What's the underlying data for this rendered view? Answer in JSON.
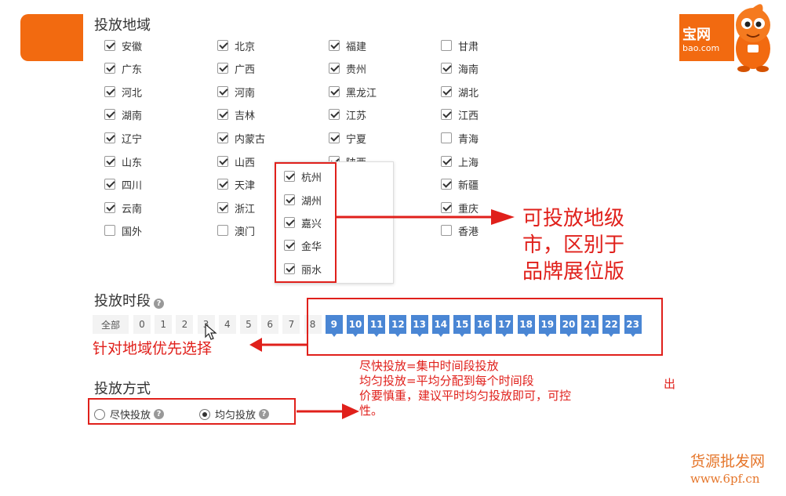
{
  "logo": {
    "text": "宝网",
    "sub": "bao.com"
  },
  "region": {
    "title": "投放地域",
    "items": [
      {
        "label": "安徽",
        "checked": true
      },
      {
        "label": "北京",
        "checked": true
      },
      {
        "label": "福建",
        "checked": true
      },
      {
        "label": "甘肃",
        "checked": false
      },
      {
        "label": "广东",
        "checked": true
      },
      {
        "label": "广西",
        "checked": true
      },
      {
        "label": "贵州",
        "checked": true
      },
      {
        "label": "海南",
        "checked": true
      },
      {
        "label": "河北",
        "checked": true
      },
      {
        "label": "河南",
        "checked": true
      },
      {
        "label": "黑龙江",
        "checked": true
      },
      {
        "label": "湖北",
        "checked": true
      },
      {
        "label": "湖南",
        "checked": true
      },
      {
        "label": "吉林",
        "checked": true
      },
      {
        "label": "江苏",
        "checked": true
      },
      {
        "label": "江西",
        "checked": true
      },
      {
        "label": "辽宁",
        "checked": true
      },
      {
        "label": "内蒙古",
        "checked": true
      },
      {
        "label": "宁夏",
        "checked": true
      },
      {
        "label": "青海",
        "checked": false
      },
      {
        "label": "山东",
        "checked": true
      },
      {
        "label": "山西",
        "checked": true
      },
      {
        "label": "陕西",
        "checked": true
      },
      {
        "label": "上海",
        "checked": true
      },
      {
        "label": "四川",
        "checked": true
      },
      {
        "label": "天津",
        "checked": true
      },
      {
        "label": "",
        "checked": null
      },
      {
        "label": "新疆",
        "checked": true
      },
      {
        "label": "云南",
        "checked": true
      },
      {
        "label": "浙江",
        "checked": true
      },
      {
        "label": "",
        "checked": null
      },
      {
        "label": "重庆",
        "checked": true
      },
      {
        "label": "国外",
        "checked": false
      },
      {
        "label": "澳门",
        "checked": false
      },
      {
        "label": "",
        "checked": null
      },
      {
        "label": "香港",
        "checked": false
      }
    ],
    "cities": [
      {
        "label": "杭州",
        "checked": true
      },
      {
        "label": "湖州",
        "checked": true
      },
      {
        "label": "嘉兴",
        "checked": true
      },
      {
        "label": "金华",
        "checked": true
      },
      {
        "label": "丽水",
        "checked": true
      }
    ]
  },
  "annotations": {
    "city_note_lines": [
      "可投放地级",
      "市，区别于",
      "品牌展位版"
    ],
    "time_note": "针对地域优先选择",
    "method_note_lines": [
      "尽快投放=集中时间段投放",
      "均匀投放=平均分配到每个时间段",
      "价要慎重，建议平时均匀投放即可，可控",
      "性。"
    ],
    "method_note_extra": "出"
  },
  "time": {
    "title": "投放时段",
    "help": "?",
    "all_label": "全部",
    "hours": [
      {
        "label": "0",
        "selected": false
      },
      {
        "label": "1",
        "selected": false
      },
      {
        "label": "2",
        "selected": false
      },
      {
        "label": "3",
        "selected": false
      },
      {
        "label": "4",
        "selected": false
      },
      {
        "label": "5",
        "selected": false
      },
      {
        "label": "6",
        "selected": false
      },
      {
        "label": "7",
        "selected": false
      },
      {
        "label": "8",
        "selected": false
      },
      {
        "label": "9",
        "selected": true
      },
      {
        "label": "10",
        "selected": true
      },
      {
        "label": "11",
        "selected": true
      },
      {
        "label": "12",
        "selected": true
      },
      {
        "label": "13",
        "selected": true
      },
      {
        "label": "14",
        "selected": true
      },
      {
        "label": "15",
        "selected": true
      },
      {
        "label": "16",
        "selected": true
      },
      {
        "label": "17",
        "selected": true
      },
      {
        "label": "18",
        "selected": true
      },
      {
        "label": "19",
        "selected": true
      },
      {
        "label": "20",
        "selected": true
      },
      {
        "label": "21",
        "selected": true
      },
      {
        "label": "22",
        "selected": true
      },
      {
        "label": "23",
        "selected": true
      }
    ]
  },
  "method": {
    "title": "投放方式",
    "options": [
      {
        "label": "尽快投放",
        "selected": false
      },
      {
        "label": "均匀投放",
        "selected": true
      }
    ],
    "help": "?"
  },
  "watermark": {
    "line1": "货源批发网",
    "line2": "www.6pf.cn"
  },
  "colors": {
    "accent_orange": "#f26a10",
    "annotation_red": "#e0201b",
    "hour_selected": "#4a86d4"
  }
}
